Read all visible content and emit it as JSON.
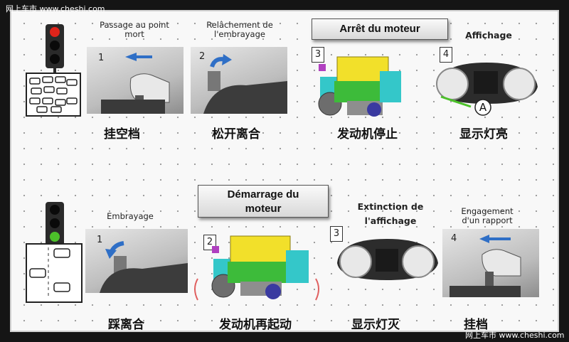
{
  "watermark": {
    "top_left": "网上车市 www.cheshi.com",
    "bottom_right": "网上车市 www.cheshi.com"
  },
  "colors": {
    "green_light": "#4cc02a",
    "red_light": "#e0241b",
    "arrow_blue": "#2f6fc6",
    "engine_yellow": "#f2e02a",
    "engine_cyan": "#34c7c9",
    "engine_green": "#3dbb3a"
  },
  "row1": {
    "steps": [
      {
        "number": "1",
        "caption_fr": "Passage au point\nmort",
        "caption_cn": "挂空档"
      },
      {
        "number": "2",
        "caption_fr": "Relâchement de\nl'embrayage",
        "caption_cn": "松开离合"
      },
      {
        "number": "3",
        "title_fr": "Arrêt du moteur",
        "caption_cn": "发动机停止"
      },
      {
        "number": "4",
        "caption_fr": "Affichage",
        "caption_cn": "显示灯亮",
        "gauge_letter": "A"
      }
    ]
  },
  "row2": {
    "steps": [
      {
        "number": "1",
        "caption_fr": "Embrayage",
        "caption_cn": "踩离合"
      },
      {
        "number": "2",
        "title_fr": "Démarrage du\nmoteur",
        "caption_cn": "发动机再起动"
      },
      {
        "number": "3",
        "caption_fr": "Extinction de\nl'affichage",
        "caption_cn": "显示灯灭"
      },
      {
        "number": "4",
        "caption_fr": "Engagement\nd'un rapport",
        "caption_cn": "挂档"
      }
    ]
  },
  "icons": [
    "traffic-light-red-icon",
    "traffic-light-green-icon",
    "traffic-jam-icon",
    "cars-moving-icon",
    "engine-icon",
    "instrument-cluster-icon",
    "arrow-icon"
  ]
}
